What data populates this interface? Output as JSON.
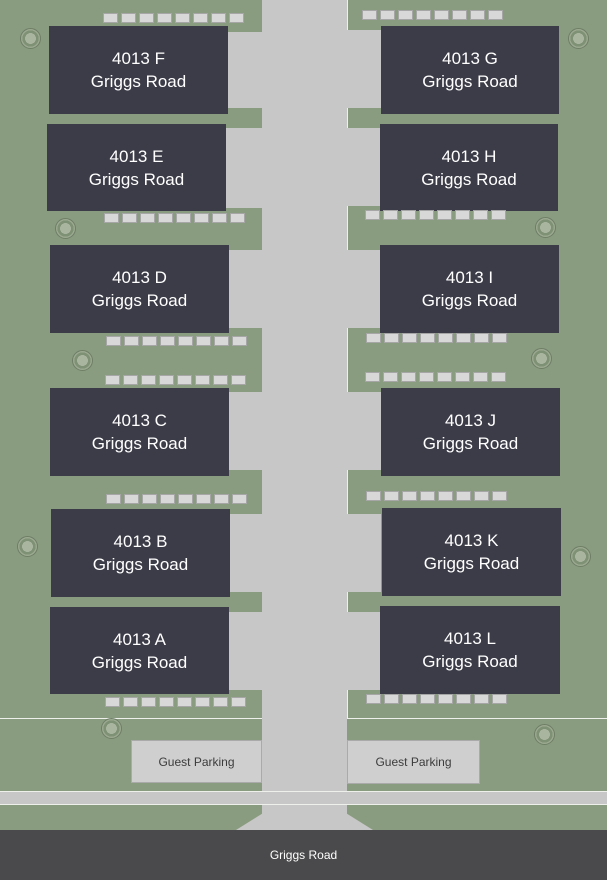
{
  "buildings": {
    "a": {
      "unit": "4013 A",
      "street": "Griggs Road"
    },
    "b": {
      "unit": "4013 B",
      "street": "Griggs Road"
    },
    "c": {
      "unit": "4013 C",
      "street": "Griggs Road"
    },
    "d": {
      "unit": "4013 D",
      "street": "Griggs Road"
    },
    "e": {
      "unit": "4013 E",
      "street": "Griggs Road"
    },
    "f": {
      "unit": "4013 F",
      "street": "Griggs Road"
    },
    "g": {
      "unit": "4013 G",
      "street": "Griggs Road"
    },
    "h": {
      "unit": "4013 H",
      "street": "Griggs Road"
    },
    "i": {
      "unit": "4013 I",
      "street": "Griggs Road"
    },
    "j": {
      "unit": "4013 J",
      "street": "Griggs Road"
    },
    "k": {
      "unit": "4013 K",
      "street": "Griggs Road"
    },
    "l": {
      "unit": "4013 L",
      "street": "Griggs Road"
    }
  },
  "guest_parking": {
    "left": "Guest Parking",
    "right": "Guest Parking"
  },
  "main_road": {
    "label": "Griggs Road"
  },
  "colors": {
    "lawn": "#8a9c80",
    "building": "#3c3c48",
    "driveway": "#c7c7c7",
    "road": "#4a4a4c"
  }
}
